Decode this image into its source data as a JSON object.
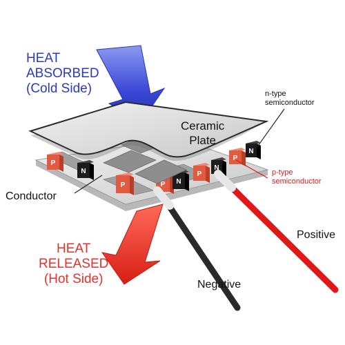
{
  "labels": {
    "heat_absorbed": [
      "HEAT",
      "ABSORBED",
      "(Cold Side)"
    ],
    "heat_released": [
      "HEAT",
      "RELEASED",
      "(Hot Side)"
    ],
    "ceramic_plate": [
      "Ceramic",
      "Plate"
    ],
    "n_type": [
      "n-type",
      "semiconductor"
    ],
    "p_type": [
      "p-type",
      "semiconductor"
    ],
    "conductor": "Conductor",
    "positive": "Positive",
    "negative": "Negative"
  },
  "legs": {
    "p_letter": "P",
    "n_letter": "N"
  },
  "colors": {
    "cold_arrow": "#3a46d6",
    "hot_arrow": "#f03a2e",
    "p_type": "#e25a40",
    "n_type": "#1c1c1c",
    "plate": "#dcdcdc",
    "positive_wire": "#e02020",
    "negative_wire": "#333333"
  }
}
